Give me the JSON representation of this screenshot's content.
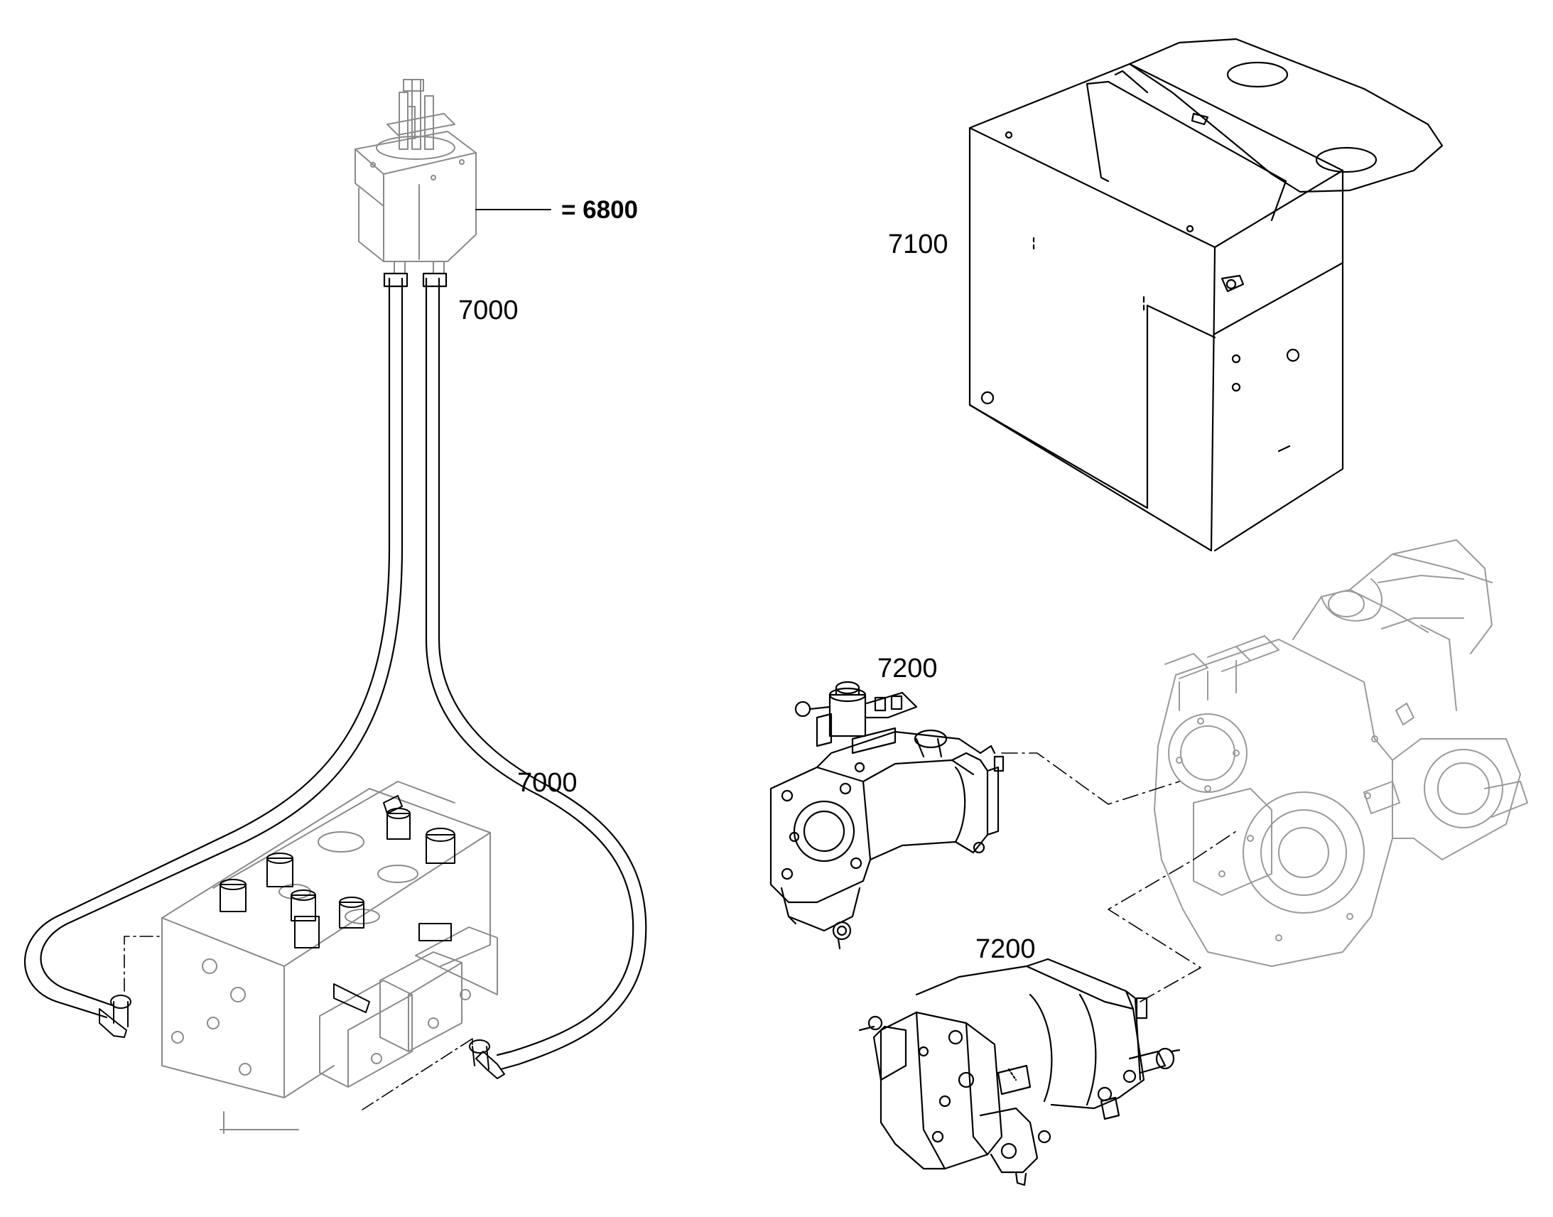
{
  "callouts": {
    "ref_6800": "= 6800",
    "hose_upper": "7000",
    "hose_lower": "7000",
    "cabinet": "7100",
    "motor_upper": "7200",
    "motor_lower": "7200"
  },
  "colors": {
    "line": "#000000",
    "ghost_line": "#8a8a8a",
    "background": "#ffffff"
  }
}
